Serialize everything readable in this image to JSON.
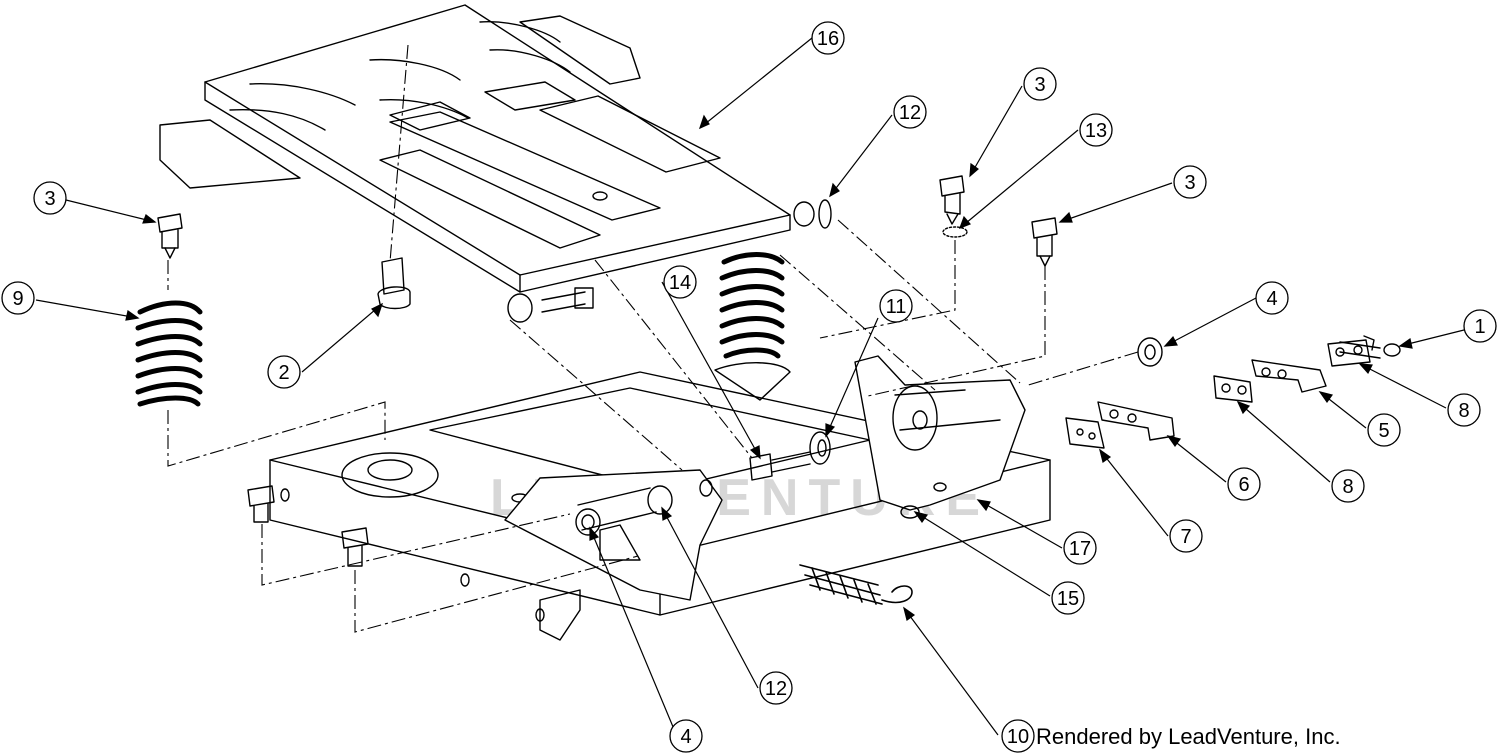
{
  "callouts": [
    {
      "id": "c16",
      "label": "16"
    },
    {
      "id": "c12a",
      "label": "12"
    },
    {
      "id": "c3a",
      "label": "3"
    },
    {
      "id": "c13",
      "label": "13"
    },
    {
      "id": "c3b",
      "label": "3"
    },
    {
      "id": "c3c",
      "label": "3"
    },
    {
      "id": "c9",
      "label": "9"
    },
    {
      "id": "c14",
      "label": "14"
    },
    {
      "id": "c11",
      "label": "11"
    },
    {
      "id": "c4a",
      "label": "4"
    },
    {
      "id": "c1",
      "label": "1"
    },
    {
      "id": "c2",
      "label": "2"
    },
    {
      "id": "c8a",
      "label": "8"
    },
    {
      "id": "c5",
      "label": "5"
    },
    {
      "id": "c6",
      "label": "6"
    },
    {
      "id": "c8b",
      "label": "8"
    },
    {
      "id": "c7",
      "label": "7"
    },
    {
      "id": "c17",
      "label": "17"
    },
    {
      "id": "c15",
      "label": "15"
    },
    {
      "id": "c12b",
      "label": "12"
    },
    {
      "id": "c4b",
      "label": "4"
    },
    {
      "id": "c10",
      "label": "10"
    }
  ],
  "watermark": "LEADVENTURE",
  "footer": "Rendered by LeadVenture, Inc."
}
